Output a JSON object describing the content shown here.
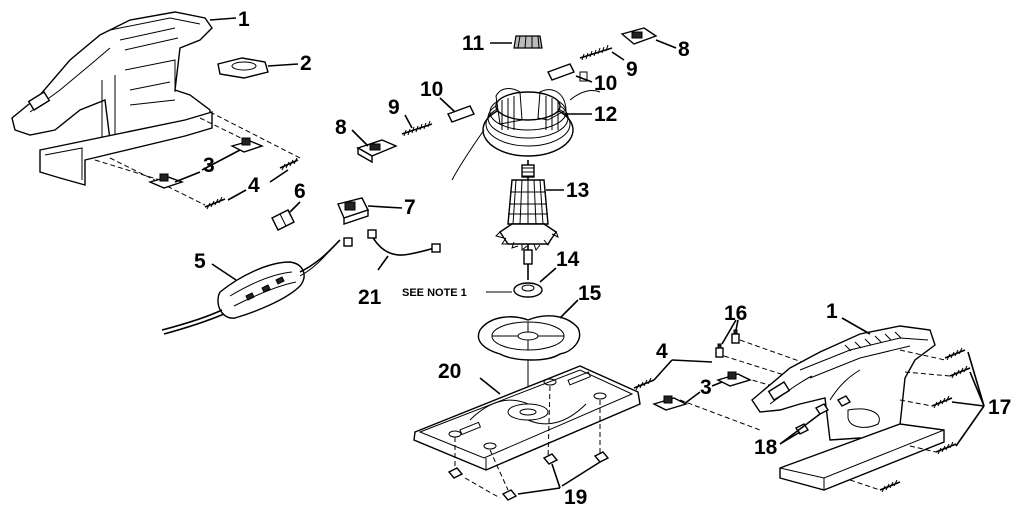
{
  "labels": {
    "p1a": "1",
    "p2": "2",
    "p3a": "3",
    "p4a": "4",
    "p5": "5",
    "p6": "6",
    "p7": "7",
    "p8a": "8",
    "p9a": "9",
    "p10a": "10",
    "p11": "11",
    "p12": "12",
    "p13": "13",
    "p14": "14",
    "p15": "15",
    "p8b": "8",
    "p9b": "9",
    "p10b": "10",
    "p16": "16",
    "p1b": "1",
    "p4b": "4",
    "p3b": "3",
    "p17": "17",
    "p18": "18",
    "p19": "19",
    "p20": "20",
    "p21": "21"
  },
  "note": "SEE NOTE 1"
}
